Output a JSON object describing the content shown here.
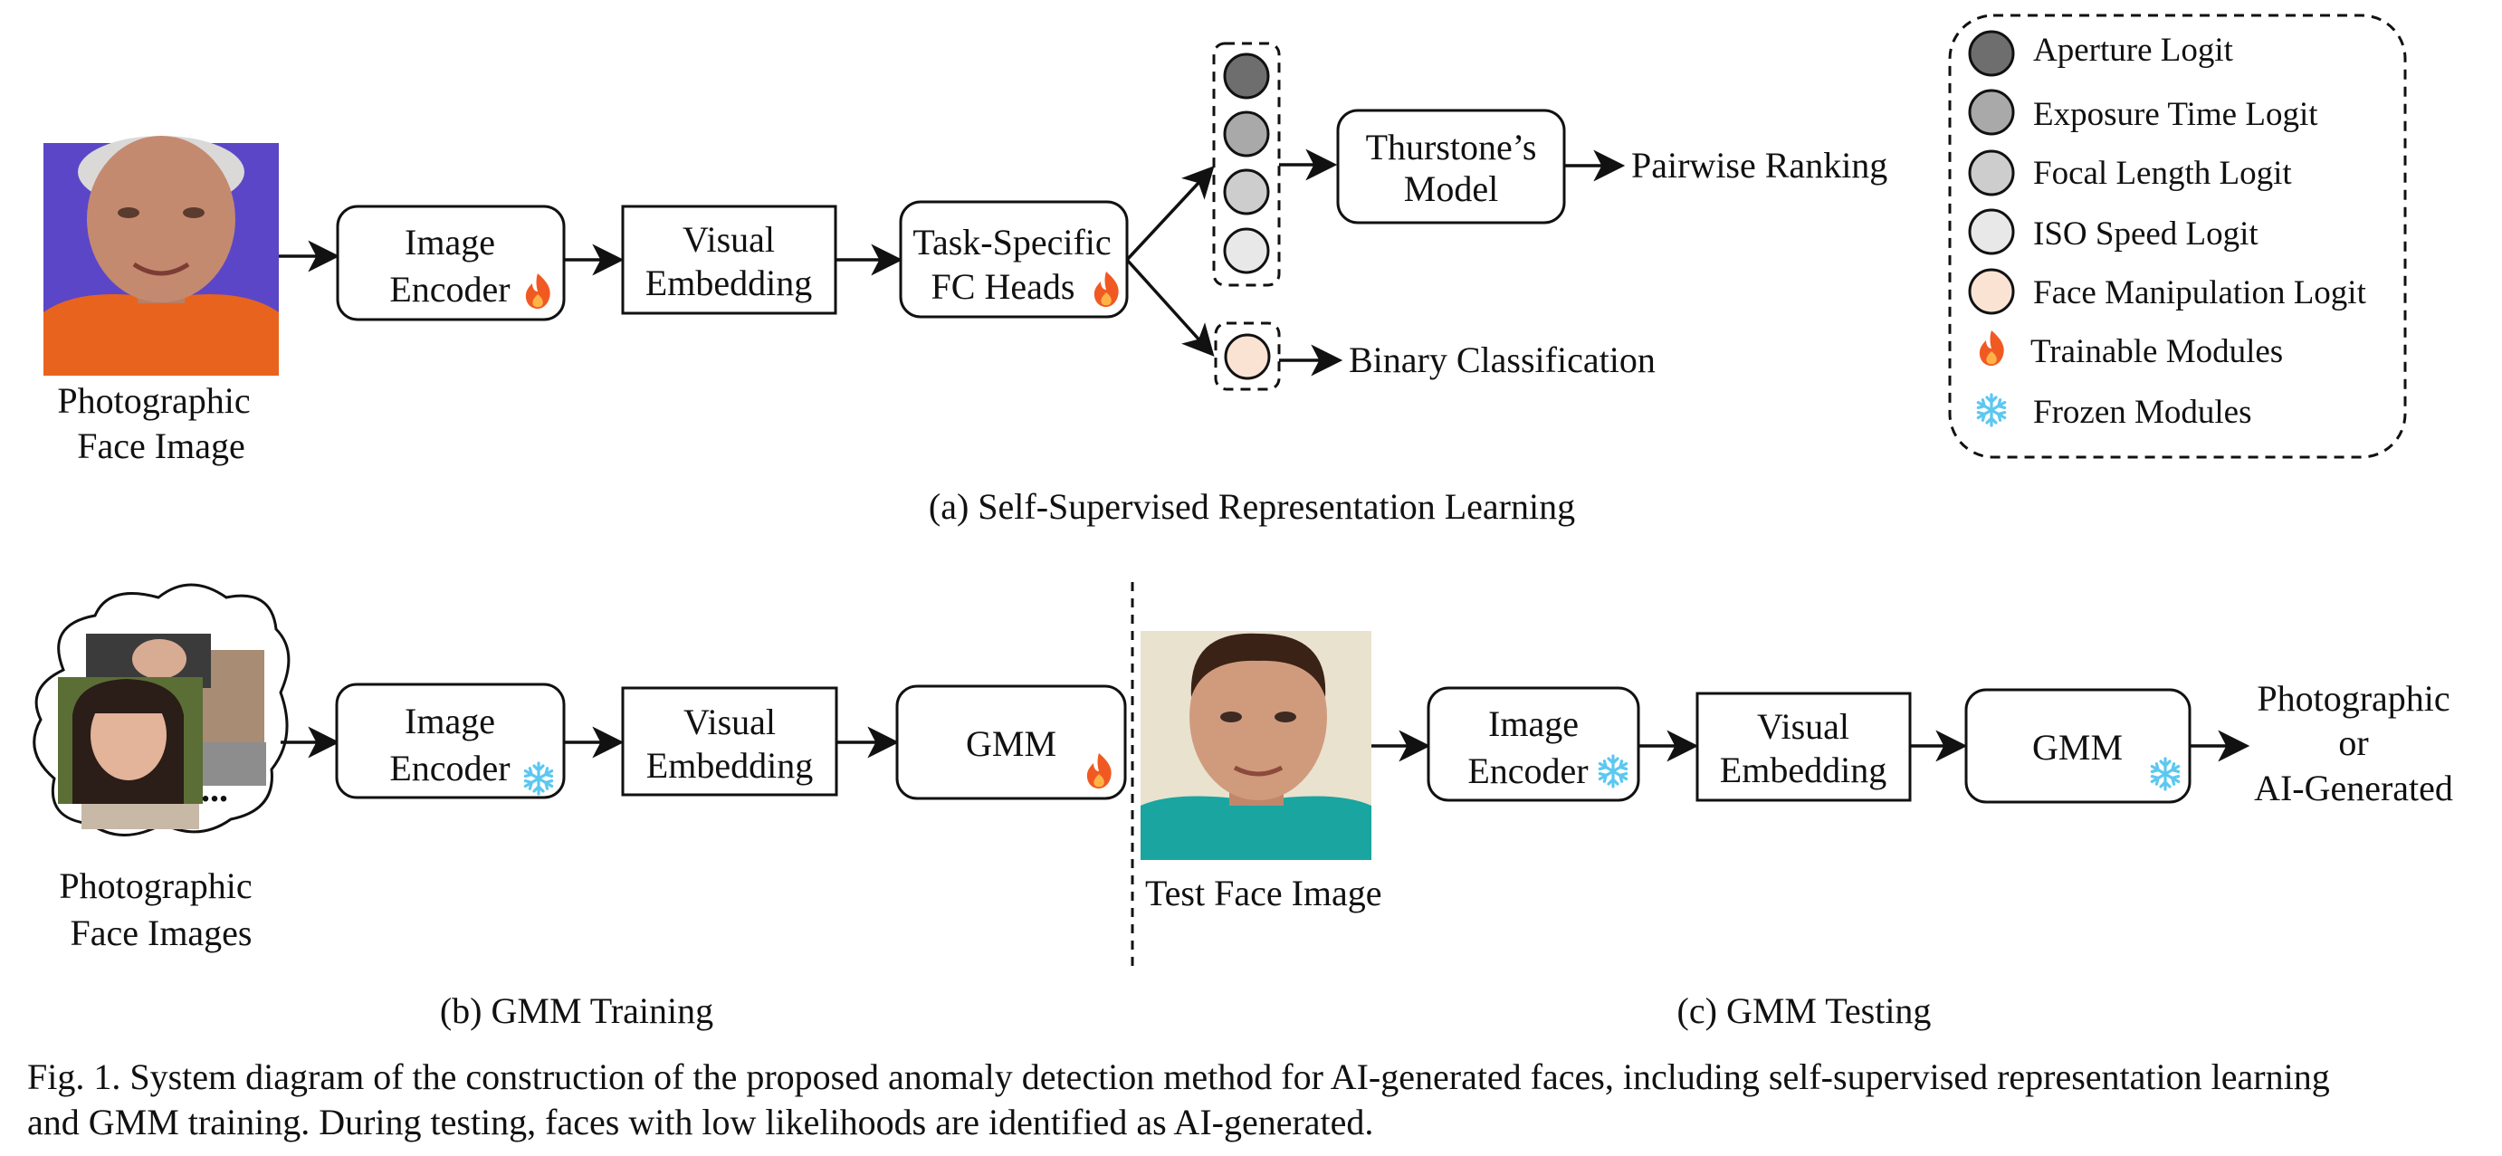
{
  "section_a": {
    "input_label_line1": "Photographic",
    "input_label_line2": "Face Image",
    "image_encoder_line1": "Image",
    "image_encoder_line2": "Encoder",
    "visual_embedding_line1": "Visual",
    "visual_embedding_line2": "Embedding",
    "fc_heads_line1": "Task-Specific",
    "fc_heads_line2": "FC Heads",
    "thurstone_line1": "Thurstone’s",
    "thurstone_line2": "Model",
    "pairwise_ranking": "Pairwise Ranking",
    "binary_classification": "Binary Classification",
    "subcaption": "(a)  Self-Supervised Representation Learning"
  },
  "legend": {
    "items": [
      {
        "label": "Aperture Logit",
        "color": "#6e6e6e"
      },
      {
        "label": "Exposure Time Logit",
        "color": "#a9a9a9"
      },
      {
        "label": "Focal Length Logit",
        "color": "#cdcdcd"
      },
      {
        "label": "ISO Speed Logit",
        "color": "#e8e8e8"
      },
      {
        "label": "Face Manipulation Logit",
        "color": "#fbe3d4"
      }
    ],
    "trainable_label": "Trainable Modules",
    "frozen_label": "Frozen Modules"
  },
  "section_b": {
    "input_label_line1": "Photographic",
    "input_label_line2": "Face Images",
    "ellipsis": "...",
    "image_encoder_line1": "Image",
    "image_encoder_line2": "Encoder",
    "visual_embedding_line1": "Visual",
    "visual_embedding_line2": "Embedding",
    "gmm": "GMM",
    "subcaption": "(b)  GMM Training"
  },
  "section_c": {
    "input_label": "Test Face Image",
    "image_encoder_line1": "Image",
    "image_encoder_line2": "Encoder",
    "visual_embedding_line1": "Visual",
    "visual_embedding_line2": "Embedding",
    "gmm": "GMM",
    "output_line1": "Photographic",
    "output_line2": "or",
    "output_line3": "AI-Generated",
    "subcaption": "(c)  GMM Testing"
  },
  "figure_caption": {
    "line1": "Fig. 1.  System diagram of the construction of the proposed anomaly detection method for AI-generated faces, including self-supervised representation learning",
    "line2": "and GMM training. During testing, faces with low likelihoods are identified as AI-generated."
  },
  "colors": {
    "fire": "#f05a22",
    "fire_inner": "#ffb347",
    "snowflake": "#5cc8f0",
    "face_a_background": "#5b46c8",
    "face_a_shirt": "#e8641e",
    "face_c_background": "#e9e2cf",
    "face_c_shirt": "#1aa5a0"
  }
}
